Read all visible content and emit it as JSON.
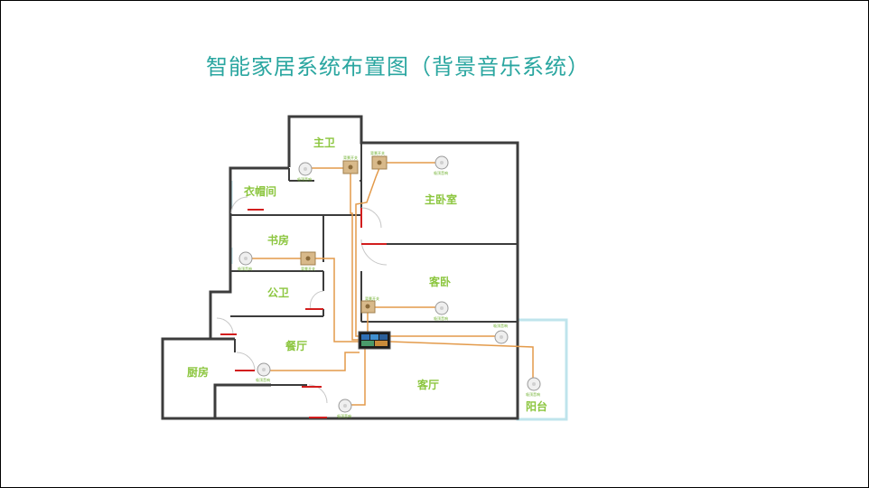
{
  "title": "智能家居系统布置图（背景音乐系统）",
  "colors": {
    "title": "#2aa6a0",
    "wall": "#3c3c3c",
    "wire": "#e39a4a",
    "door": "#d21e1e",
    "room_label": "#8cc63f",
    "window": "#bfe4ec"
  },
  "rooms": {
    "master_bath": "主卫",
    "cloakroom": "衣帽间",
    "master_bedroom": "主卧室",
    "study": "书房",
    "guest_bedroom": "客卧",
    "public_bath": "公卫",
    "dining": "餐厅",
    "kitchen": "厨房",
    "living": "客厅",
    "balcony": "阳台"
  },
  "devices": {
    "speaker_icon": "ceiling-speaker-icon",
    "control_icon": "wall-control-panel-icon",
    "host_icon": "music-host-touchscreen-icon",
    "speaker_label": "吸顶音响",
    "control_label": "背景开关"
  }
}
